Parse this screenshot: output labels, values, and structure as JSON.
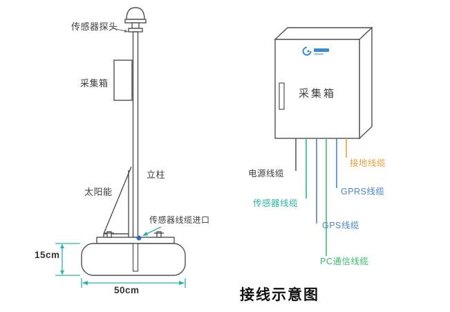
{
  "title": "接线示意图",
  "colors": {
    "line": "#4f4f4f",
    "accent_teal": "#2bb3a3",
    "blue": "#4a84c4",
    "green": "#3db873",
    "orange": "#e2a23c",
    "inlet_dot_blue": "#2f6fbf",
    "text_dark": "#3d3d3d",
    "logo_blue": "#3a8bd0"
  },
  "left_diagram": {
    "sensor_probe_label": "传感器探头",
    "collection_box_label": "采集箱",
    "pole_label": "立柱",
    "solar_label": "太阳能",
    "cable_inlet_label": "传感器线缆进口",
    "base_height": "15cm",
    "base_width": "50cm"
  },
  "right_diagram": {
    "cabinet_label": "采集箱",
    "cables": [
      {
        "id": "power",
        "label": "电源线缆",
        "color": "#3d3d3d"
      },
      {
        "id": "sensor",
        "label": "传感器线缆",
        "color": "#2bb3a3"
      },
      {
        "id": "gps",
        "label": "GPS线缆",
        "color": "#4a84c4"
      },
      {
        "id": "pc",
        "label": "PC通信线缆",
        "color": "#3db873"
      },
      {
        "id": "gprs",
        "label": "GPRS线缆",
        "color": "#4a84c4"
      },
      {
        "id": "ground",
        "label": "接地线缆",
        "color": "#e2a23c"
      }
    ]
  }
}
